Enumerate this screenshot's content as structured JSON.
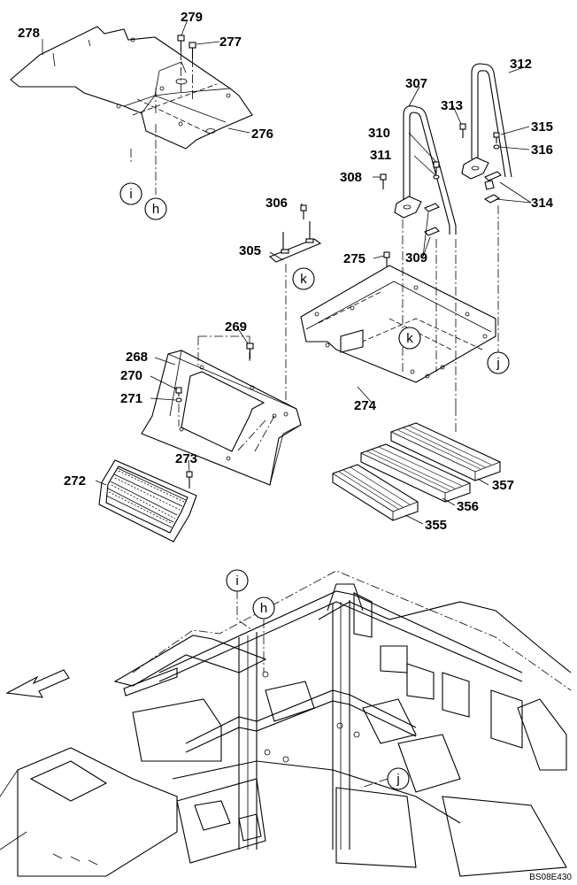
{
  "parts": [
    {
      "id": "p278",
      "label": "278"
    },
    {
      "id": "p279",
      "label": "279"
    },
    {
      "id": "p277",
      "label": "277"
    },
    {
      "id": "p276",
      "label": "276"
    },
    {
      "id": "p307",
      "label": "307"
    },
    {
      "id": "p312",
      "label": "312"
    },
    {
      "id": "p313",
      "label": "313"
    },
    {
      "id": "p315",
      "label": "315"
    },
    {
      "id": "p316",
      "label": "316"
    },
    {
      "id": "p310",
      "label": "310"
    },
    {
      "id": "p311",
      "label": "311"
    },
    {
      "id": "p308",
      "label": "308"
    },
    {
      "id": "p314",
      "label": "314"
    },
    {
      "id": "p306",
      "label": "306"
    },
    {
      "id": "p305",
      "label": "305"
    },
    {
      "id": "p275",
      "label": "275"
    },
    {
      "id": "p309",
      "label": "309"
    },
    {
      "id": "p269",
      "label": "269"
    },
    {
      "id": "p268",
      "label": "268"
    },
    {
      "id": "p270",
      "label": "270"
    },
    {
      "id": "p271",
      "label": "271"
    },
    {
      "id": "p274",
      "label": "274"
    },
    {
      "id": "p273",
      "label": "273"
    },
    {
      "id": "p272",
      "label": "272"
    },
    {
      "id": "p357",
      "label": "357"
    },
    {
      "id": "p356",
      "label": "356"
    },
    {
      "id": "p355",
      "label": "355"
    }
  ],
  "refs": [
    {
      "id": "i1",
      "label": "i"
    },
    {
      "id": "h1",
      "label": "h"
    },
    {
      "id": "k1",
      "label": "k"
    },
    {
      "id": "k2",
      "label": "k"
    },
    {
      "id": "j1",
      "label": "j"
    },
    {
      "id": "i2",
      "label": "i"
    },
    {
      "id": "h2",
      "label": "h"
    },
    {
      "id": "j2",
      "label": "j"
    }
  ],
  "drawing_code": "BS08E430",
  "colors": {
    "ink": "#000000",
    "paper": "#ffffff"
  }
}
